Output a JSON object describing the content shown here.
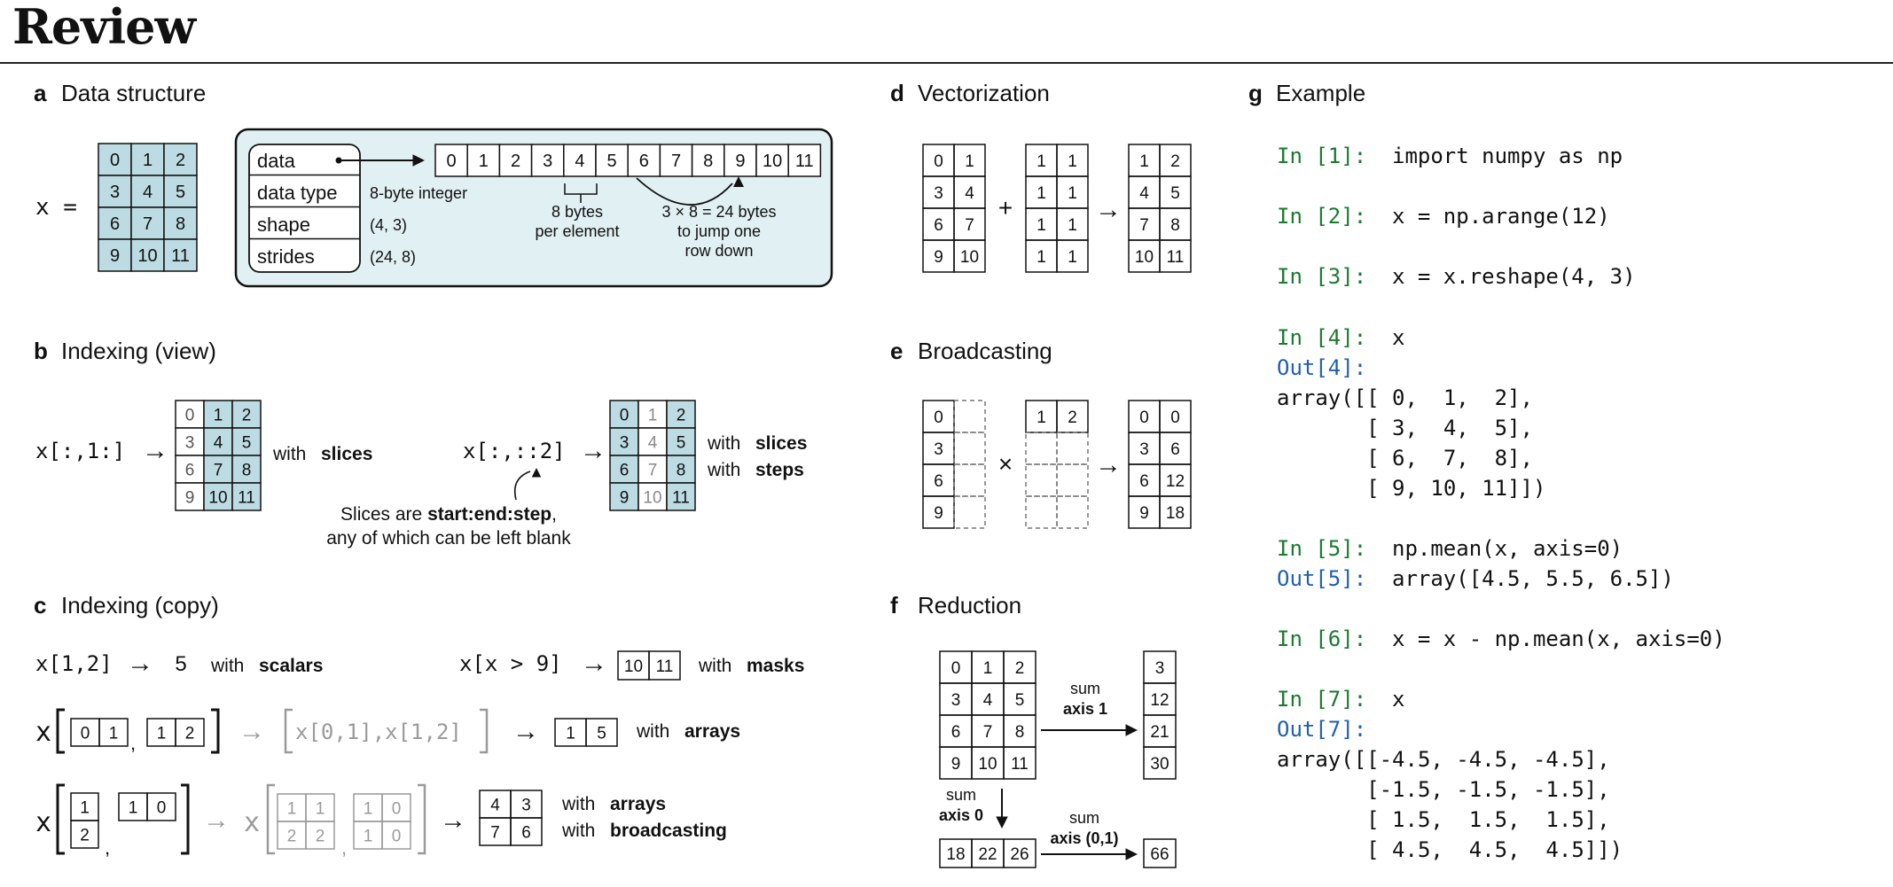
{
  "header": {
    "title": "Review"
  },
  "panel_a": {
    "letter": "a",
    "title": "Data structure",
    "var_label": "x =",
    "grid": [
      "0",
      "1",
      "2",
      "3",
      "4",
      "5",
      "6",
      "7",
      "8",
      "9",
      "10",
      "11"
    ],
    "fields": [
      "data",
      "data type",
      "shape",
      "strides"
    ],
    "values": [
      "8-byte integer",
      "(4, 3)",
      "(24, 8)"
    ],
    "memory": [
      "0",
      "1",
      "2",
      "3",
      "4",
      "5",
      "6",
      "7",
      "8",
      "9",
      "10",
      "11"
    ],
    "bytes_note": [
      "8 bytes",
      "per element"
    ],
    "jump_note": [
      "3 × 8 = 24 bytes",
      "to jump one",
      "row down"
    ]
  },
  "panel_b": {
    "letter": "b",
    "title": "Indexing (view)",
    "expr1": "x[:,1:]",
    "desc1": "with slices",
    "expr2": "x[:,::2]",
    "desc2": [
      "with slices",
      "with steps"
    ],
    "note_line1": [
      "Slices are ",
      "start:end:step",
      ","
    ],
    "note_line2": "any of which can be left blank",
    "grid": [
      "0",
      "1",
      "2",
      "3",
      "4",
      "5",
      "6",
      "7",
      "8",
      "9",
      "10",
      "11"
    ]
  },
  "panel_c": {
    "letter": "c",
    "title": "Indexing (copy)",
    "expr_scalar": "x[1,2]",
    "result_scalar": "5",
    "desc_scalar": "with scalars",
    "expr_mask": "x[x > 9]",
    "mask_result": [
      "10",
      "11"
    ],
    "desc_mask": "with masks",
    "x": "x",
    "arr_idx1": [
      "0",
      "1"
    ],
    "arr_idx2": [
      "1",
      "2"
    ],
    "arr_expand": "x[0,1],x[1,2]",
    "arr_result": [
      "1",
      "5"
    ],
    "desc_arrays": "with arrays",
    "bc_idx1": [
      "1",
      "2"
    ],
    "bc_idx2": [
      "1",
      "0"
    ],
    "bc_grid1": [
      "1",
      "1",
      "2",
      "2"
    ],
    "bc_grid2": [
      "1",
      "0",
      "1",
      "0"
    ],
    "bc_result": [
      "4",
      "3",
      "7",
      "6"
    ],
    "desc_bc": [
      "with arrays",
      "with broadcasting"
    ]
  },
  "panel_d": {
    "letter": "d",
    "title": "Vectorization",
    "a": [
      "0",
      "1",
      "3",
      "4",
      "6",
      "7",
      "9",
      "10"
    ],
    "b": [
      "1",
      "1",
      "1",
      "1",
      "1",
      "1",
      "1",
      "1"
    ],
    "result": [
      "1",
      "2",
      "4",
      "5",
      "7",
      "8",
      "10",
      "11"
    ],
    "plus": "+",
    "arrow": "→"
  },
  "panel_e": {
    "letter": "e",
    "title": "Broadcasting",
    "col": [
      "0",
      "3",
      "6",
      "9"
    ],
    "row": [
      "1",
      "2"
    ],
    "result": [
      "0",
      "0",
      "3",
      "6",
      "6",
      "12",
      "9",
      "18"
    ],
    "times": "×",
    "arrow": "→"
  },
  "panel_f": {
    "letter": "f",
    "title": "Reduction",
    "grid": [
      "0",
      "1",
      "2",
      "3",
      "4",
      "5",
      "6",
      "7",
      "8",
      "9",
      "10",
      "11"
    ],
    "sum_axis1": [
      "3",
      "12",
      "21",
      "30"
    ],
    "sum_axis0": [
      "18",
      "22",
      "26"
    ],
    "sum_all": "66",
    "label_axis1": [
      "sum",
      "axis 1"
    ],
    "label_axis0": [
      "sum",
      "axis 0"
    ],
    "label_all": [
      "sum",
      "axis (0,1)"
    ]
  },
  "panel_g": {
    "letter": "g",
    "title": "Example",
    "lines": [
      {
        "prompt": "In [1]:",
        "kind": "in",
        "code": "import numpy as np"
      },
      {
        "prompt": "In [2]:",
        "kind": "in",
        "code": "x = np.arange(12)"
      },
      {
        "prompt": "In [3]:",
        "kind": "in",
        "code": "x = x.reshape(4, 3)"
      },
      {
        "prompt": "In [4]:",
        "kind": "in",
        "code": "x"
      },
      {
        "prompt": "Out[4]:",
        "kind": "out",
        "code": ""
      },
      {
        "prompt": "",
        "kind": "plain",
        "code": "array([[ 0,  1,  2],"
      },
      {
        "prompt": "",
        "kind": "plain",
        "code": "       [ 3,  4,  5],"
      },
      {
        "prompt": "",
        "kind": "plain",
        "code": "       [ 6,  7,  8],"
      },
      {
        "prompt": "",
        "kind": "plain",
        "code": "       [ 9, 10, 11]])"
      },
      {
        "prompt": "In [5]:",
        "kind": "in",
        "code": "np.mean(x, axis=0)"
      },
      {
        "prompt": "Out[5]:",
        "kind": "out",
        "code": "array([4.5, 5.5, 6.5])"
      },
      {
        "prompt": "In [6]:",
        "kind": "in",
        "code": "x = x - np.mean(x, axis=0)"
      },
      {
        "prompt": "In [7]:",
        "kind": "in",
        "code": "x"
      },
      {
        "prompt": "Out[7]:",
        "kind": "out",
        "code": ""
      },
      {
        "prompt": "",
        "kind": "plain",
        "code": "array([[-4.5, -4.5, -4.5],"
      },
      {
        "prompt": "",
        "kind": "plain",
        "code": "       [-1.5, -1.5, -1.5],"
      },
      {
        "prompt": "",
        "kind": "plain",
        "code": "       [ 1.5,  1.5,  1.5],"
      },
      {
        "prompt": "",
        "kind": "plain",
        "code": "       [ 4.5,  4.5,  4.5]])"
      }
    ]
  },
  "colors": {
    "highlight": "#bcdbe3",
    "box_fill": "#e1f0f2",
    "ink": "#111111",
    "faded": "#9a9a9a",
    "prompt_in": "#1a7a2e",
    "prompt_out": "#1f5fb4"
  }
}
